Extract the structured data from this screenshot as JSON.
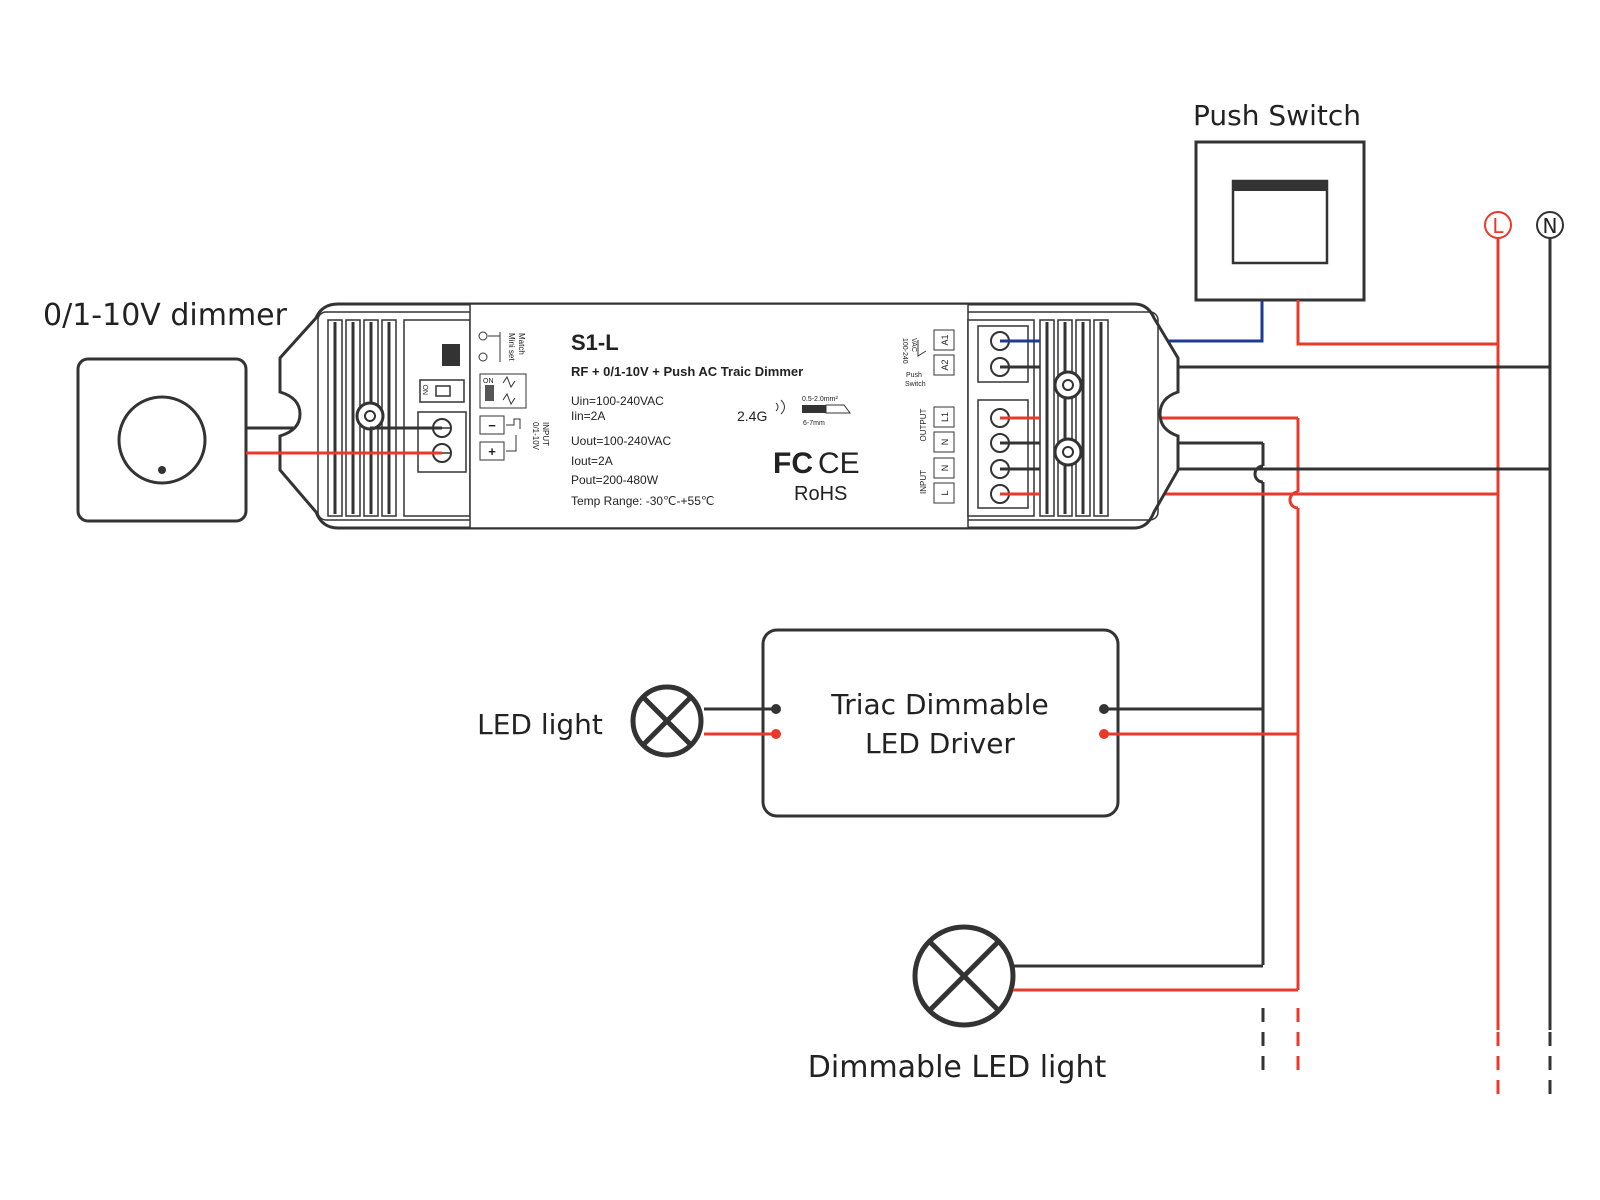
{
  "labels": {
    "dimmer": "0/1-10V dimmer",
    "push_switch": "Push Switch",
    "led_light": "LED light",
    "driver_line1": "Triac Dimmable",
    "driver_line2": "LED Driver",
    "dimmable_led": "Dimmable LED light",
    "line_L": "L",
    "line_N": "N"
  },
  "device": {
    "model": "S1-L",
    "subtitle": "RF + 0/1-10V + Push AC Traic Dimmer",
    "uin": "Uin=100-240VAC",
    "iin": "Iin=2A",
    "uout": "Uout=100-240VAC",
    "iout": "Iout=2A",
    "pout": "Pout=200-480W",
    "temp": "Temp Range: -30℃-+55℃",
    "rf": "2.4G",
    "wire_size": "0.5-2.0mm²",
    "strip_len": "6-7mm",
    "fc": "FC",
    "ce": "CE",
    "rohs": "RoHS",
    "match": "Match",
    "mini_set": "Mini set",
    "on": "ON",
    "no": "NO",
    "input_010v_1": "INPUT",
    "input_010v_2": "0/1-10V",
    "minus": "−",
    "plus": "+",
    "ac_label_1": "100-240",
    "ac_label_2": "VAC",
    "push_label_1": "Push",
    "push_label_2": "Switch",
    "output": "OUTPUT",
    "input": "INPUT",
    "t_a1": "A1",
    "t_a2": "A2",
    "t_l1": "L1",
    "t_n1": "N",
    "t_n2": "N",
    "t_l": "L"
  },
  "colors": {
    "live": "#e8392b",
    "neutral": "#333333",
    "signal": "#1f3a93",
    "outline": "#2b2b2b"
  }
}
